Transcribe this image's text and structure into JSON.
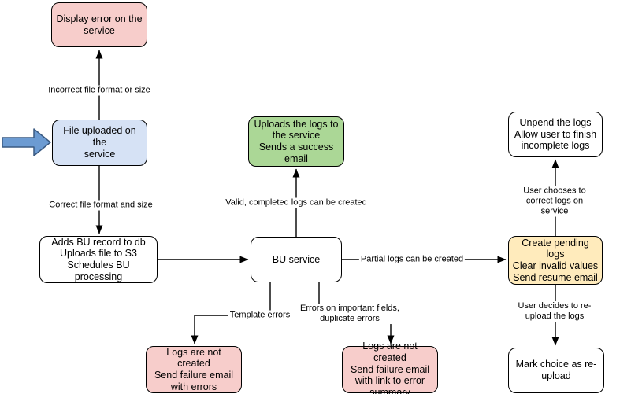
{
  "nodes": {
    "display_error": {
      "text": "Display error on the\nservice",
      "color": "#f7cdcb"
    },
    "file_uploaded": {
      "text": "File uploaded on the\nservice",
      "color": "#d6e2f5"
    },
    "adds_bu_record": {
      "text": "Adds BU record to db\nUploads file to S3\nSchedules BU processing",
      "color": "#ffffff"
    },
    "uploads_logs": {
      "text": "Uploads the logs to\nthe service\nSends a success\nemail",
      "color": "#abd796"
    },
    "bu_service": {
      "text": "BU service",
      "color": "#ffffff"
    },
    "logs_not_created_errors": {
      "text": "Logs are not created\nSend failure email\nwith errors",
      "color": "#f7cdcb"
    },
    "logs_not_created_summary": {
      "text": "Logs are not created\nSend failure email\nwith link to error\nsummary",
      "color": "#f7cdcb"
    },
    "unpend_logs": {
      "text": "Unpend the logs\nAllow user to finish\nincomplete logs",
      "color": "#ffffff"
    },
    "create_pending": {
      "text": "Create pending logs\nClear invalid values\nSend resume email",
      "color": "#ffebbc"
    },
    "mark_choice": {
      "text": "Mark choice as re-\nupload",
      "color": "#ffffff"
    }
  },
  "edge_labels": {
    "incorrect_format": "Incorrect file format or size",
    "correct_format": "Correct file format and size",
    "valid_logs": "Valid, completed logs can be created",
    "partial_logs": "Partial logs can be created",
    "template_errors": "Template errors",
    "important_field_errors": "Errors on important fields,\nduplicate errors",
    "user_chooses": "User chooses to correct logs on service",
    "user_decides": "User decides to re-upload the logs"
  },
  "colors": {
    "line": "#000000",
    "pointer_arrow_fill": "#6c9bd2",
    "pointer_arrow_stroke": "#3a5a82"
  }
}
